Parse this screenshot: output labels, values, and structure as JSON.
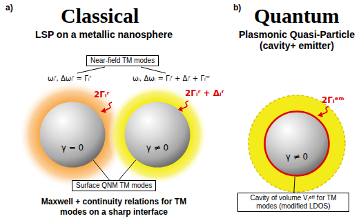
{
  "diagram": {
    "nodes": [
      {
        "text": [
          "Near-field TM modes"
        ]
      },
      {
        "text": [
          "γ = 0"
        ]
      },
      {
        "text": [
          "γ ≠ 0"
        ]
      },
      {
        "text": [
          "Surface QNM TM modes"
        ]
      },
      {
        "text": [
          "γ ≠ 0"
        ]
      },
      {
        "text": [
          "Cavity of volume Vₗᵉᶠᶠ for TM modes (modified LDOS)"
        ]
      }
    ],
    "edges": [
      {
        "from": 3,
        "to": 1,
        "arrow": "none"
      },
      {
        "from": 3,
        "to": 2,
        "arrow": "none"
      },
      {
        "from": 5,
        "to": 4,
        "arrow": "none"
      }
    ],
    "labels": [
      "a)",
      "Classical",
      "LSP on a metallic nanosphere",
      "b)",
      "Quantum",
      "Plasmonic Quasi-Particle (cavity+ emitter)",
      "ωₗʳ, Δωₗʳ = Γₗʳ",
      "ωₗ, Δωₗ = Γₗʳ + Δₗʳ + Γₗⁿʳ",
      "2Γₗʳ",
      "2Γₗʳ + Δₗʳ",
      "Maxwell + continuity relations for TM modes on a sharp interface",
      "2Γₗᵉᵐ"
    ]
  }
}
